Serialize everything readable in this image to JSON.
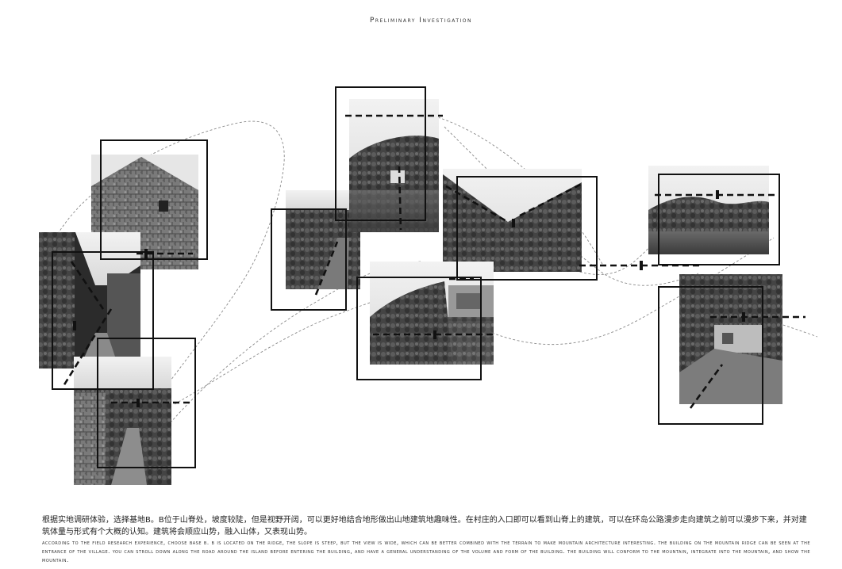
{
  "header": {
    "title": "Preliminary Investigation"
  },
  "photos": [
    {
      "id": "village-wall",
      "subject": "stone house gable"
    },
    {
      "id": "village-alley",
      "subject": "narrow lane between houses"
    },
    {
      "id": "stone-path",
      "subject": "paved path with walls"
    },
    {
      "id": "orchard",
      "subject": "orchard slope"
    },
    {
      "id": "hill-house",
      "subject": "hillside with house"
    },
    {
      "id": "ridge-valley",
      "subject": "valley between ridges"
    },
    {
      "id": "terrace-view",
      "subject": "terraced slope and buildings"
    },
    {
      "id": "mountain-field",
      "subject": "fields below mountains"
    },
    {
      "id": "hamlet",
      "subject": "hamlet on slope"
    }
  ],
  "caption": {
    "chinese": "根据实地调研体验，选择基地B。B位于山脊处，坡度较陡，但是视野开阔，可以更好地结合地形做出山地建筑地趣味性。在村庄的入口即可以看到山脊上的建筑，可以在环岛公路漫步走向建筑之前可以漫步下来，并对建筑体量与形式有个大概的认知。建筑将会顺应山势，融入山体，又表现山势。",
    "english": "According to the field research experience, choose base B. B is located on the ridge, the slope is steep, but the view is wide, which can be better combined with the terrain to make mountain architecture interesting. The building on the mountain ridge can be seen at the entrance of the village. You can stroll down along the road around the island before entering the building, and have a general understanding of the volume and form of the building. The building will conform to the mountain, integrate into the mountain, and show the mountain."
  }
}
